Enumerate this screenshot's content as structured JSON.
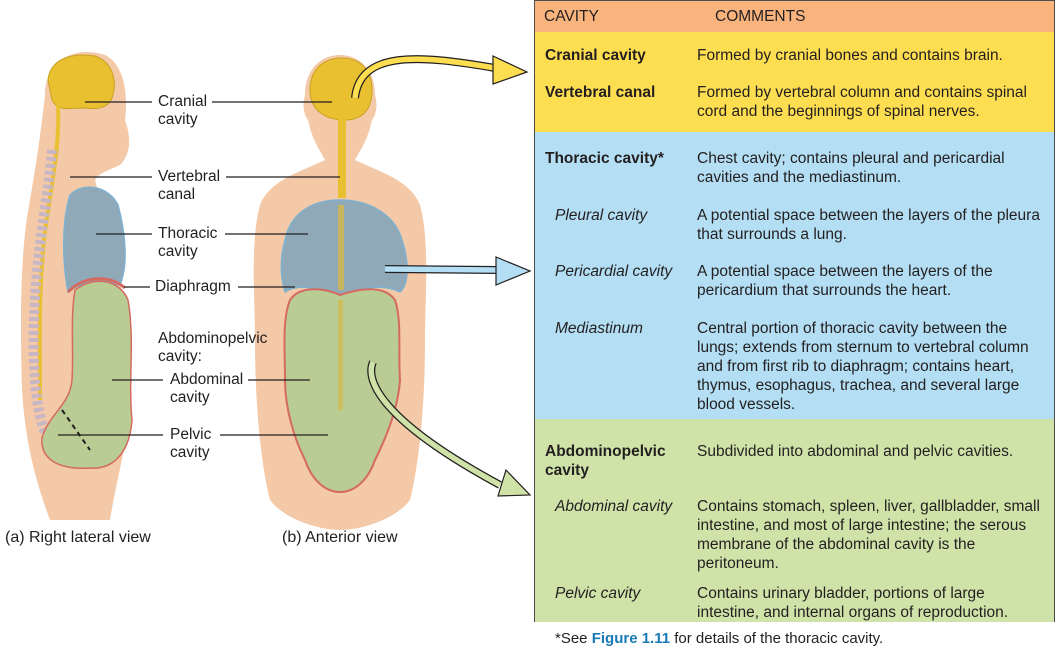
{
  "figure": {
    "labels": {
      "cranial": "Cranial\ncavity",
      "cranial_line1": "Cranial",
      "cranial_line2": "cavity",
      "vertebral_line1": "Vertebral",
      "vertebral_line2": "canal",
      "thoracic_line1": "Thoracic",
      "thoracic_line2": "cavity",
      "diaphragm": "Diaphragm",
      "abdominopelvic_line1": "Abdominopelvic",
      "abdominopelvic_line2": "cavity:",
      "abdominal_line1": "Abdominal",
      "abdominal_line2": "cavity",
      "pelvic_line1": "Pelvic",
      "pelvic_line2": "cavity"
    },
    "captions": {
      "a": "(a) Right lateral view",
      "b": "(b) Anterior view"
    },
    "colors": {
      "cranial": "#e8c030",
      "thoracic": "#8fa9b8",
      "abdominopelvic": "#b9cc94",
      "skin": "#f3c9a8",
      "arrow_yellow": "#fdde50",
      "arrow_blue": "#b3def3",
      "arrow_green": "#cfe3a9"
    }
  },
  "table": {
    "headers": {
      "cavity": "CAVITY",
      "comments": "COMMENTS"
    },
    "colors": {
      "header": "#f9b37c",
      "yellow": "#fdde50",
      "blue": "#b3def3",
      "green": "#cfe3a9"
    },
    "rows": [
      {
        "cavity": "Cranial cavity",
        "comment": "Formed by cranial bones and contains brain."
      },
      {
        "cavity": "Vertebral canal",
        "comment": "Formed by vertebral column and contains spinal cord and the beginnings of spinal nerves."
      },
      {
        "cavity": "Thoracic cavity*",
        "comment": "Chest cavity; contains pleural and pericardial cavities and the mediastinum."
      },
      {
        "cavity": "Pleural cavity",
        "comment": "A potential space between the layers of the pleura that surrounds a lung."
      },
      {
        "cavity": "Pericardial cavity",
        "comment": "A potential space between the layers of the pericardium that surrounds the heart."
      },
      {
        "cavity": "Mediastinum",
        "comment": "Central portion of thoracic cavity between the lungs; extends from sternum to vertebral column and from first rib to diaphragm; contains heart, thymus, esophagus, trachea, and several large blood vessels."
      },
      {
        "cavity": "Abdominopelvic cavity",
        "comment": "Subdivided into abdominal and pelvic cavities."
      },
      {
        "cavity": "Abdominal cavity",
        "comment": "Contains stomach, spleen, liver, gallbladder, small intestine, and most of large intestine; the serous membrane of the abdominal cavity is the peritoneum."
      },
      {
        "cavity": "Pelvic cavity",
        "comment": "Contains urinary bladder, portions of large intestine, and internal organs of reproduction."
      }
    ],
    "footnote": {
      "prefix": "*See ",
      "ref": "Figure 1.11",
      "suffix": " for details of the thoracic cavity."
    }
  }
}
